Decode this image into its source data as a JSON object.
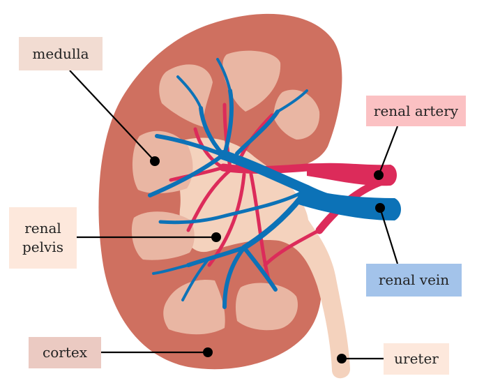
{
  "labels": {
    "medulla": "medulla",
    "renal_pelvis": "renal\npelvis",
    "cortex": "cortex",
    "renal_artery": "renal artery",
    "renal_vein": "renal vein",
    "ureter": "ureter"
  },
  "colors": {
    "cortex": "#cf7060",
    "medulla": "#e9b6a3",
    "pelvis": "#f4d2bd",
    "artery": "#dc2b5a",
    "vein": "#0c72b7",
    "leader_line": "#000000",
    "label_medulla_bg": "#f2dcd2",
    "label_pelvis_bg": "#fde8dc",
    "label_cortex_bg": "#ebcac2",
    "label_artery_bg": "#fbc1c3",
    "label_vein_bg": "#a3c3ea",
    "label_ureter_bg": "#fde8dc"
  }
}
